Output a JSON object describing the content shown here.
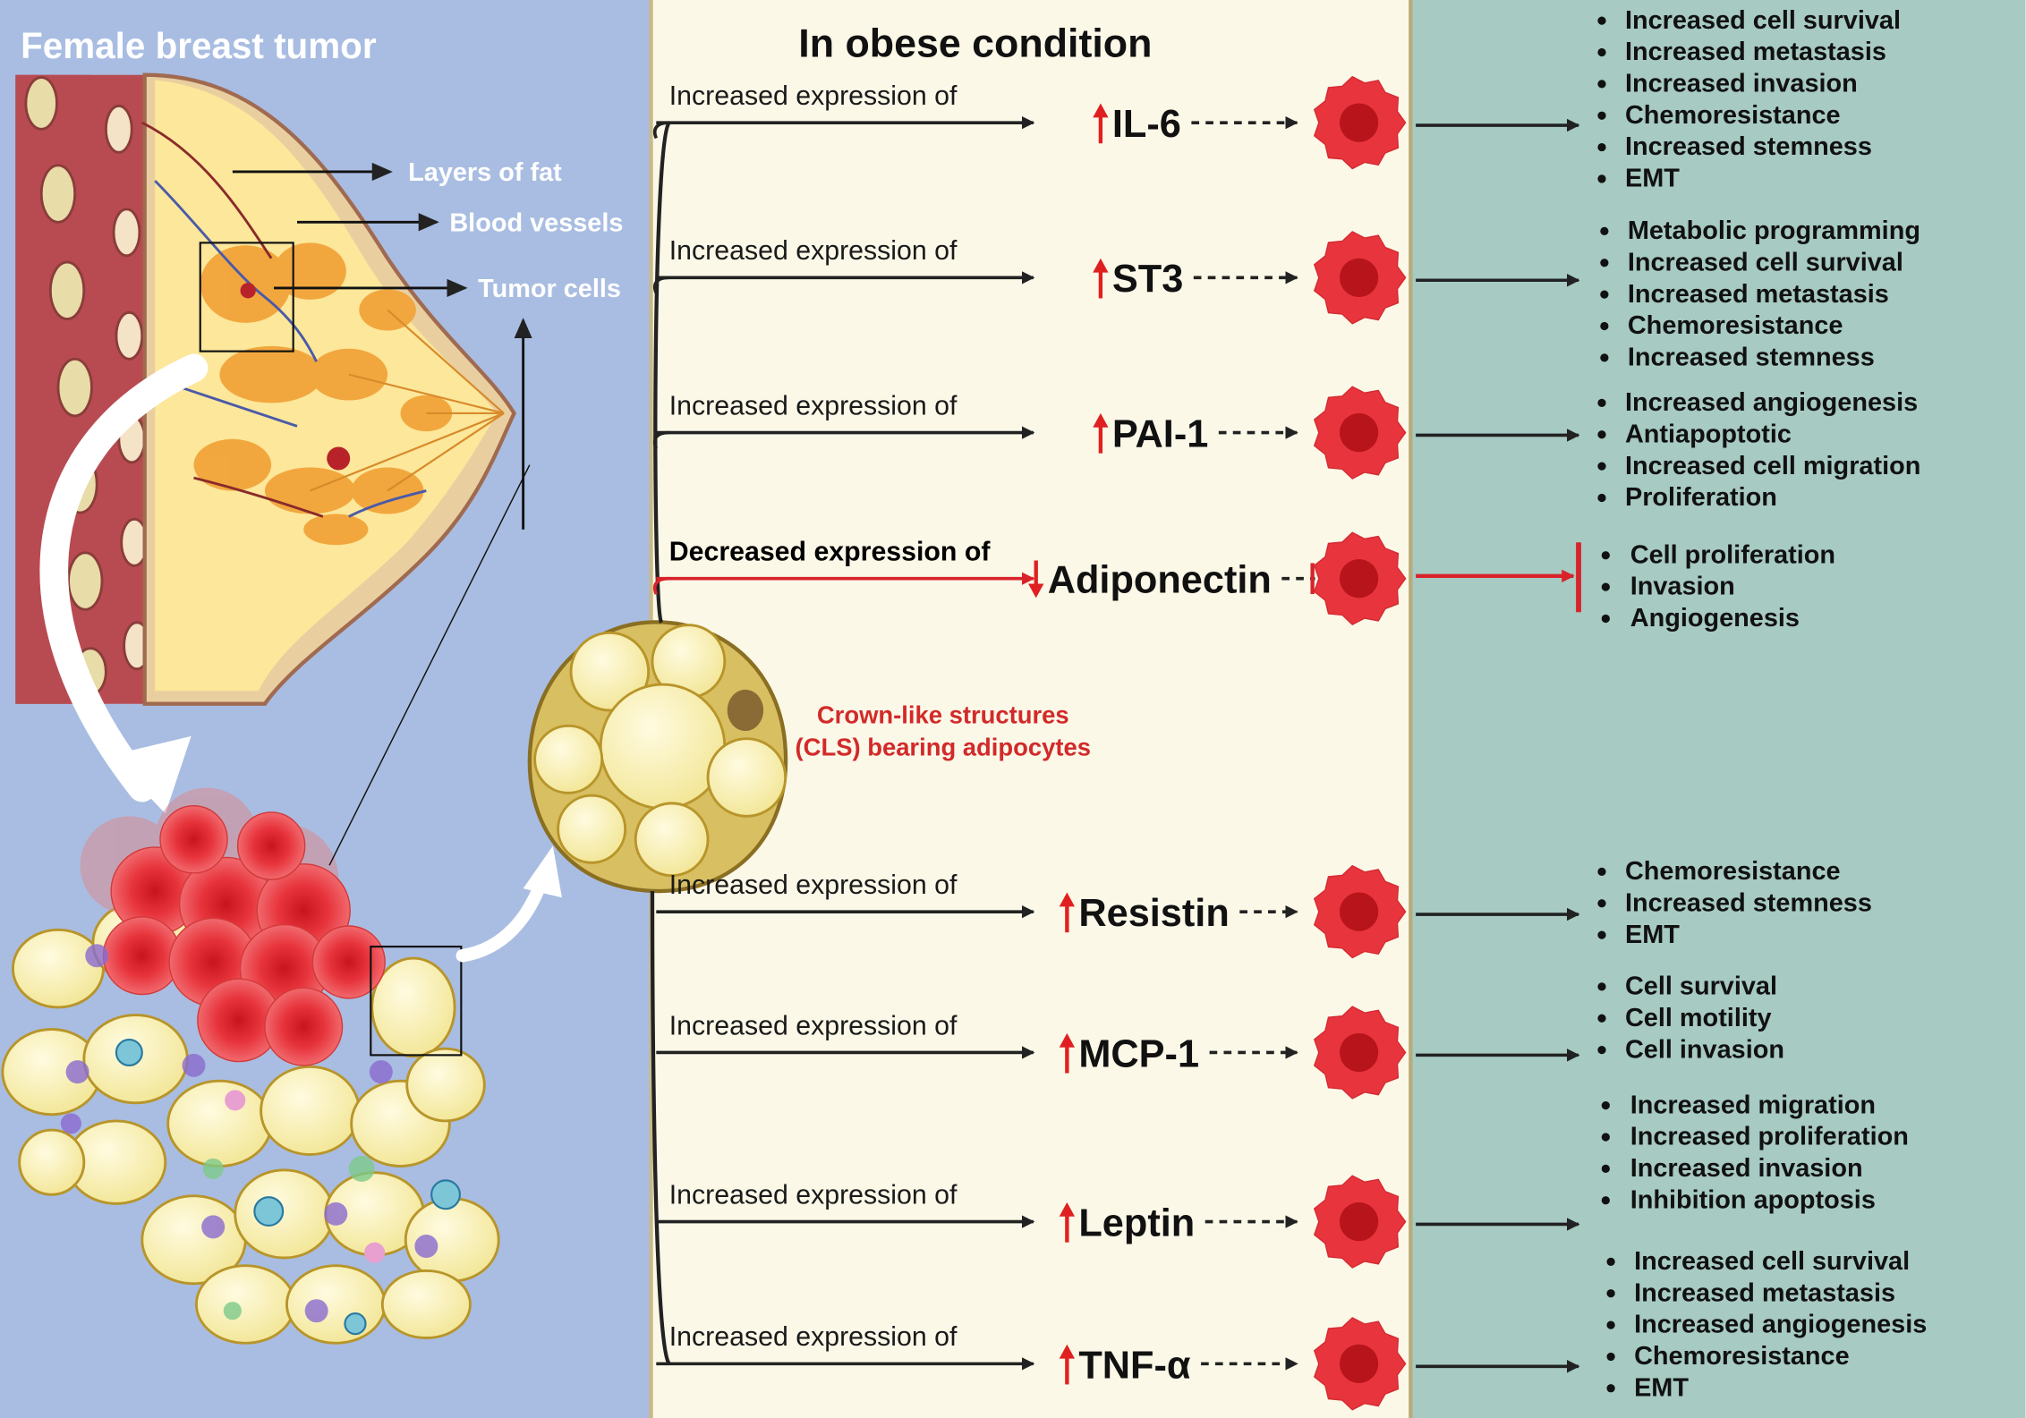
{
  "left_panel": {
    "title": "Female breast tumor",
    "labels": [
      "Layers of fat",
      "Blood vessels",
      "Tumor cells"
    ]
  },
  "header": "In obese condition",
  "cls_label": [
    "Crown-like structures",
    "(CLS) bearing adipocytes"
  ],
  "pathways": [
    {
      "expression": "Increased  expression of",
      "direction": "up",
      "molecule": "IL-6",
      "effects": [
        "Increased cell survival",
        "Increased metastasis",
        "Increased invasion",
        "Chemoresistance",
        "Increased stemness",
        "EMT"
      ]
    },
    {
      "expression": "Increased  expression of",
      "direction": "up",
      "molecule": "ST3",
      "effects": [
        "Metabolic programming",
        "Increased cell survival",
        "Increased metastasis",
        "Chemoresistance",
        "Increased stemness"
      ]
    },
    {
      "expression": "Increased  expression of",
      "direction": "up",
      "molecule": "PAI-1",
      "effects": [
        "Increased angiogenesis",
        "Antiapoptotic",
        "Increased cell migration",
        "Proliferation"
      ]
    },
    {
      "expression": "Decreased  expression of",
      "direction": "down",
      "molecule": "Adiponectin",
      "effects": [
        "Cell proliferation",
        "Invasion",
        "Angiogenesis"
      ]
    },
    {
      "expression": "Increased  expression of",
      "direction": "up",
      "molecule": "Resistin",
      "effects": [
        "Chemoresistance",
        "Increased stemness",
        "EMT"
      ]
    },
    {
      "expression": "Increased  expression of",
      "direction": "up",
      "molecule": "MCP-1",
      "effects": [
        "Cell survival",
        "Cell  motility",
        "Cell invasion"
      ]
    },
    {
      "expression": "Increased  expression of",
      "direction": "up",
      "molecule": "Leptin",
      "effects": [
        "Increased migration",
        "Increased proliferation",
        "Increased invasion",
        "Inhibition apoptosis"
      ]
    },
    {
      "expression": "Increased  expression of",
      "direction": "up",
      "molecule": "TNF-α",
      "effects": [
        "Increased cell survival",
        "Increased metastasis",
        "Increased angiogenesis",
        "Chemoresistance",
        "EMT"
      ]
    }
  ],
  "colors": {
    "left_bg": "#a9bde2",
    "middle_bg": "#fbf8e8",
    "right_bg": "#a7cac3",
    "inhibit": "#d8232a",
    "arrow_up": "#e02020",
    "tumor_cell": "#e8353d"
  }
}
